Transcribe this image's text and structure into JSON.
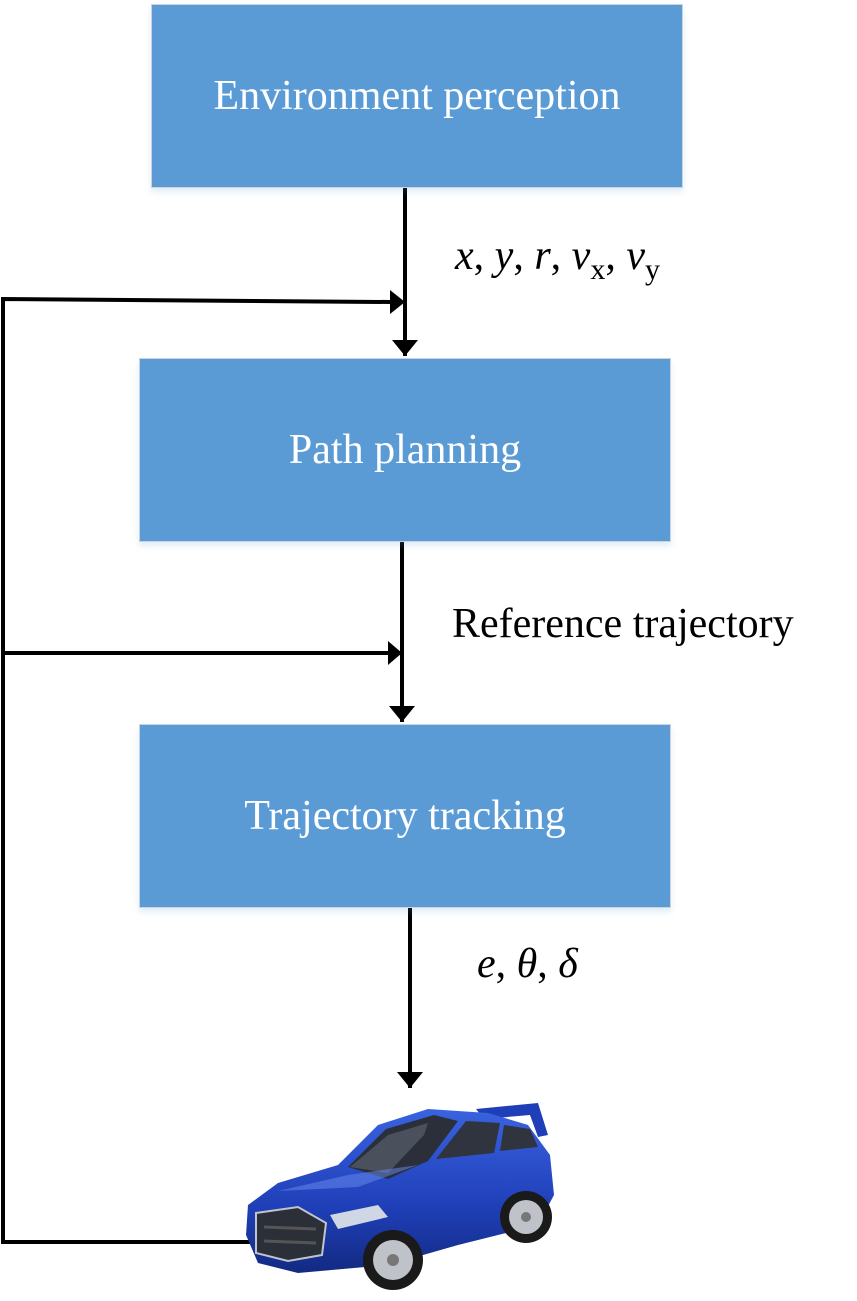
{
  "diagram": {
    "blocks": [
      {
        "id": "environment",
        "label": "Environment perception"
      },
      {
        "id": "path",
        "label": "Path planning"
      },
      {
        "id": "tracking",
        "label": "Trajectory tracking"
      }
    ],
    "edge_labels": {
      "state": {
        "parts": [
          {
            "text": "x",
            "sub": ""
          },
          {
            "text": "y",
            "sub": ""
          },
          {
            "text": "r",
            "sub": ""
          },
          {
            "text": "v",
            "sub": "x"
          },
          {
            "text": "v",
            "sub": "y"
          }
        ],
        "sep": ", "
      },
      "reference": "Reference trajectory",
      "errors": {
        "parts": [
          {
            "text": "e",
            "sub": ""
          },
          {
            "text": "θ",
            "sub": ""
          },
          {
            "text": "δ",
            "sub": ""
          }
        ],
        "sep": ", "
      }
    },
    "vehicle": {
      "icon": "car-icon",
      "color": "#1f3fb8"
    },
    "colors": {
      "block_fill": "#5B9BD5",
      "block_text": "#FFFFFF",
      "arrow": "#000000"
    }
  }
}
